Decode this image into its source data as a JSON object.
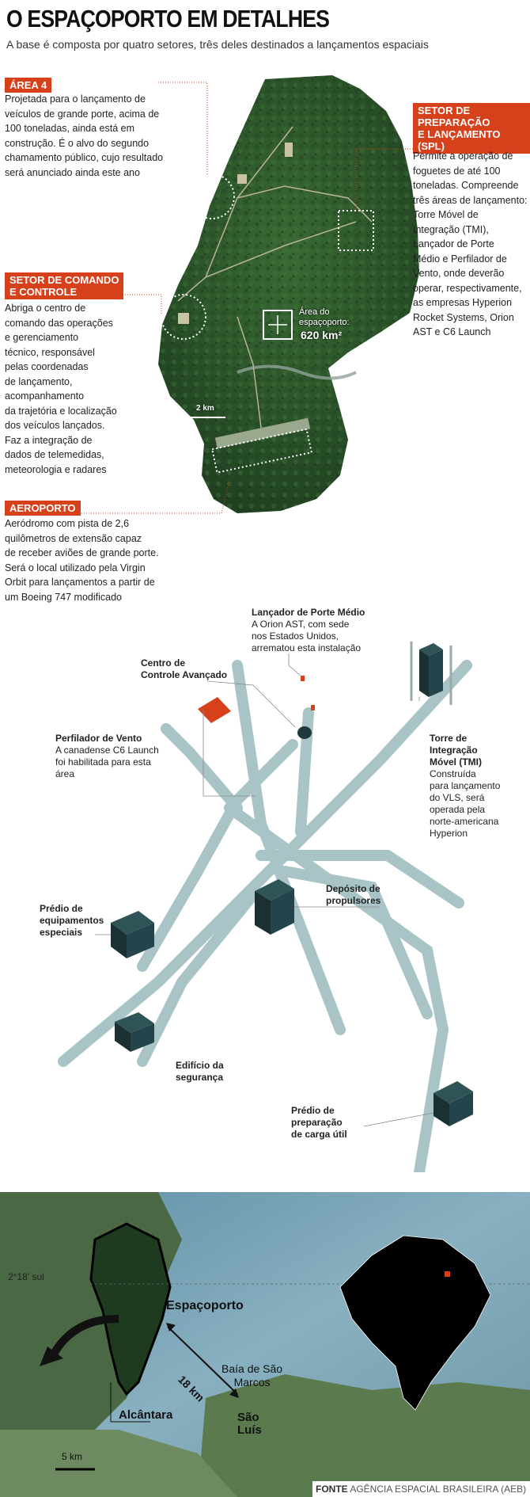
{
  "header": {
    "title": "O ESPAÇOPORTO EM DETALHES",
    "subtitle": "A base é composta por quatro setores, três deles destinados a lançamentos espaciais"
  },
  "areas": {
    "area4": {
      "tag": "ÁREA 4",
      "lines": [
        "Projetada para o lançamento de",
        "veículos de grande porte, acima de",
        "100 toneladas, ainda está em",
        "construção. É o alvo do segundo",
        "chamamento público, cujo resultado",
        "será anunciado ainda este ano"
      ]
    },
    "spl": {
      "tag_lines": [
        "SETOR DE",
        "PREPARAÇÃO",
        "E LANÇAMENTO (SPL)"
      ],
      "lines": [
        "Permite a operação de",
        "foguetes de até 100",
        "toneladas. Compreende",
        "três áreas de lançamento:",
        "Torre Móvel de",
        "Integração (TMI),",
        "Lançador de Porte",
        "Médio e Perfilador de",
        "Vento, onde deverão",
        "operar, respectivamente,",
        "as empresas Hyperion",
        "Rocket Systems, Orion",
        "AST e C6 Launch"
      ]
    },
    "comando": {
      "tag_lines": [
        "SETOR DE COMANDO",
        "E CONTROLE"
      ],
      "lines": [
        "Abriga o centro de",
        "comando das operações",
        "e gerenciamento",
        "técnico, responsável",
        "pelas coordenadas",
        "de lançamento,",
        "acompanhamento",
        "da trajetória e localização",
        "dos veículos lançados.",
        "Faz a integração de",
        "dados de telemedidas,",
        "meteorologia e radares"
      ]
    },
    "aeroporto": {
      "tag": "AEROPORTO",
      "lines": [
        "Aeródromo com pista de 2,6",
        "quilômetros de extensão capaz",
        "de receber aviões de grande porte.",
        "Será o local utilizado pela Virgin",
        "Orbit para lançamentos a partir de",
        "um Boeing 747 modificado"
      ]
    }
  },
  "satellite": {
    "area_label_lines": [
      "Área do",
      "espaçoporto:"
    ],
    "area_value": "620 km²",
    "scale": "2 km"
  },
  "diagram": {
    "lancador": {
      "title": "Lançador de Porte Médio",
      "lines": [
        "A Orion AST, com sede",
        "nos Estados Unidos,",
        "arrematou esta instalação"
      ]
    },
    "centro": {
      "title_lines": [
        "Centro de",
        "Controle Avançado"
      ]
    },
    "perfilador": {
      "title": "Perfilador de Vento",
      "lines": [
        "A canadense C6 Launch",
        "foi habilitada para esta",
        "área"
      ]
    },
    "torre": {
      "title_lines": [
        "Torre de",
        "Integração",
        "Móvel (TMI)"
      ],
      "lines": [
        "Construída",
        "para lançamento",
        "do VLS, será",
        "operada pela",
        "norte-americana",
        "Hyperion"
      ]
    },
    "deposito": {
      "title_lines": [
        "Depósito de",
        "propulsores"
      ]
    },
    "predio_equip": {
      "title_lines": [
        "Prédio de",
        "equipamentos",
        "especiais"
      ]
    },
    "seguranca": {
      "title_lines": [
        "Edifício da",
        "segurança"
      ]
    },
    "carga": {
      "title_lines": [
        "Prédio de",
        "preparação",
        "de carga útil"
      ]
    }
  },
  "locator": {
    "latitude": "2°18' sul",
    "espacoporto": "Espaçoporto",
    "baia": [
      "Baía de São",
      "Marcos"
    ],
    "distance": "18 km",
    "alcantara": "Alcântara",
    "saoluis": [
      "São",
      "Luís"
    ],
    "scale": "5 km"
  },
  "footer": {
    "source_label": "FONTE",
    "source": "AGÊNCIA ESPACIAL BRASILEIRA (AEB)"
  },
  "colors": {
    "accent": "#d6411c",
    "road": "#a9c4c6",
    "building": "#1f3a3d",
    "forest": "#2d5a2c"
  }
}
